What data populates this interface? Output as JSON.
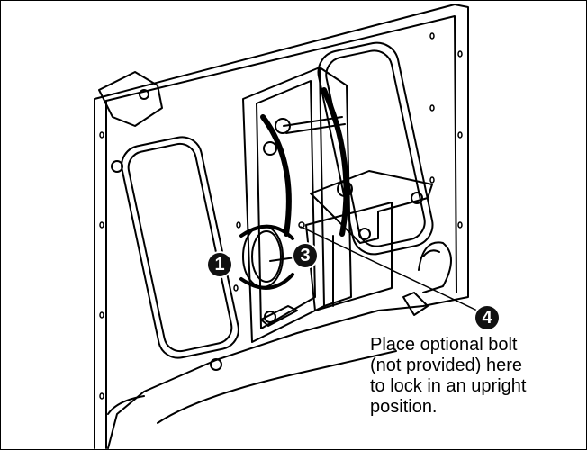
{
  "callouts": {
    "one": "1",
    "three": "3",
    "four": "4"
  },
  "note_lines": [
    "Place optional bolt",
    "(not provided) here",
    "to lock in an upright",
    "position."
  ],
  "colors": {
    "line": "#000000",
    "background": "#ffffff",
    "callout_fill": "#111111",
    "callout_text": "#ffffff"
  }
}
